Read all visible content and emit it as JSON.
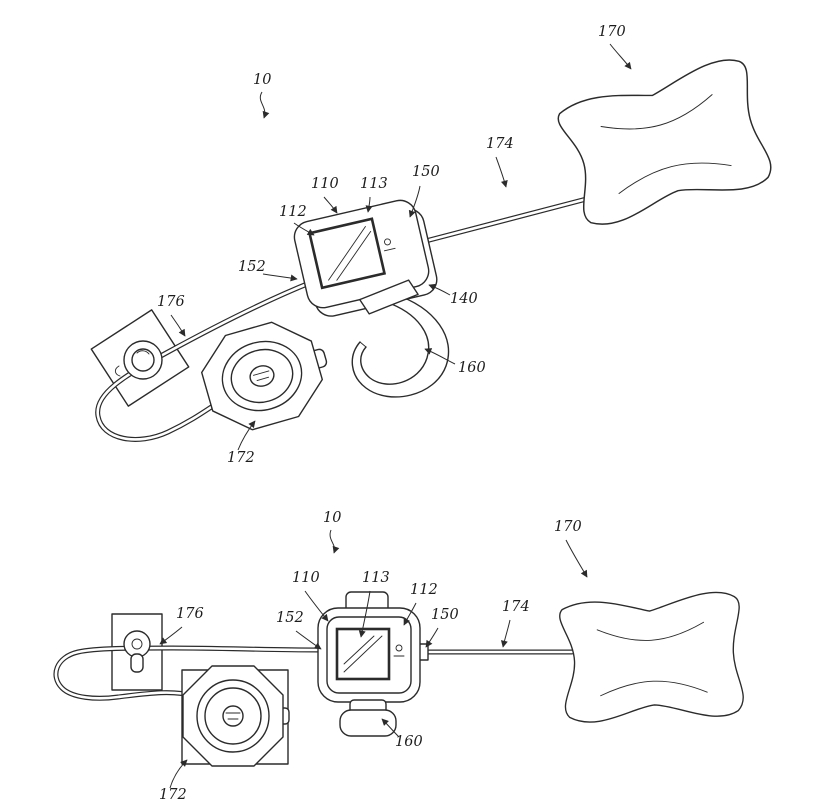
{
  "colors": {
    "ink": "#2b2b2b",
    "paper": "#ffffff"
  },
  "fig1": {
    "ref10": "10",
    "ref110": "110",
    "ref112": "112",
    "ref113": "113",
    "ref140": "140",
    "ref150": "150",
    "ref152": "152",
    "ref160": "160",
    "ref170": "170",
    "ref172": "172",
    "ref174": "174",
    "ref176": "176"
  },
  "fig2": {
    "ref10": "10",
    "ref110": "110",
    "ref112": "112",
    "ref113": "113",
    "ref150": "150",
    "ref152": "152",
    "ref160": "160",
    "ref170": "170",
    "ref172": "172",
    "ref174": "174",
    "ref176": "176"
  }
}
